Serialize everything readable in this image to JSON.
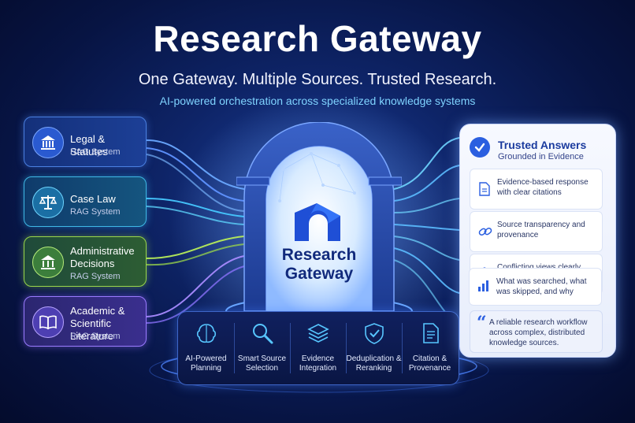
{
  "header": {
    "title": "Research Gateway",
    "subtitle": "One Gateway. Multiple Sources. Trusted Research.",
    "tagline": "AI-powered orchestration across specialized knowledge systems"
  },
  "sources": [
    {
      "name": "Legal & Statutes",
      "type": "RAG System",
      "icon": "building-icon"
    },
    {
      "name": "Case Law",
      "type": "RAG System",
      "icon": "scales-icon"
    },
    {
      "name": "Administrative Decisions",
      "type": "RAG System",
      "icon": "institution-icon"
    },
    {
      "name": "Academic & Scientific Literature",
      "type": "RAG System",
      "icon": "book-icon"
    }
  ],
  "gateway": {
    "label_line1": "Research",
    "label_line2": "Gateway",
    "icon": "gateway-logo-icon"
  },
  "features": [
    {
      "label": "AI-Powered Planning",
      "icon": "brain-icon"
    },
    {
      "label": "Smart Source Selection",
      "icon": "magnifier-icon"
    },
    {
      "label": "Evidence Integration",
      "icon": "layers-icon"
    },
    {
      "label": "Deduplication & Reranking",
      "icon": "shield-check-icon"
    },
    {
      "label": "Citation & Provenance",
      "icon": "document-icon"
    }
  ],
  "answers": {
    "title": "Trusted Answers",
    "subtitle": "Grounded in Evidence",
    "items": [
      {
        "text": "Evidence-based response with clear citations",
        "icon": "document-icon"
      },
      {
        "text": "Source transparency and provenance",
        "icon": "link-icon"
      },
      {
        "text": "Conflicting views clearly identified",
        "icon": "shield-check-icon"
      },
      {
        "text": "What was searched, what was skipped, and why",
        "icon": "bar-chart-icon"
      }
    ],
    "quote": "A reliable research workflow across complex, distributed knowledge sources."
  },
  "colors": {
    "background": "#071443",
    "accent_blue": "#2b5fe0",
    "cyan": "#3fb8e6",
    "green": "#9ad64a",
    "purple": "#9a7bff"
  }
}
